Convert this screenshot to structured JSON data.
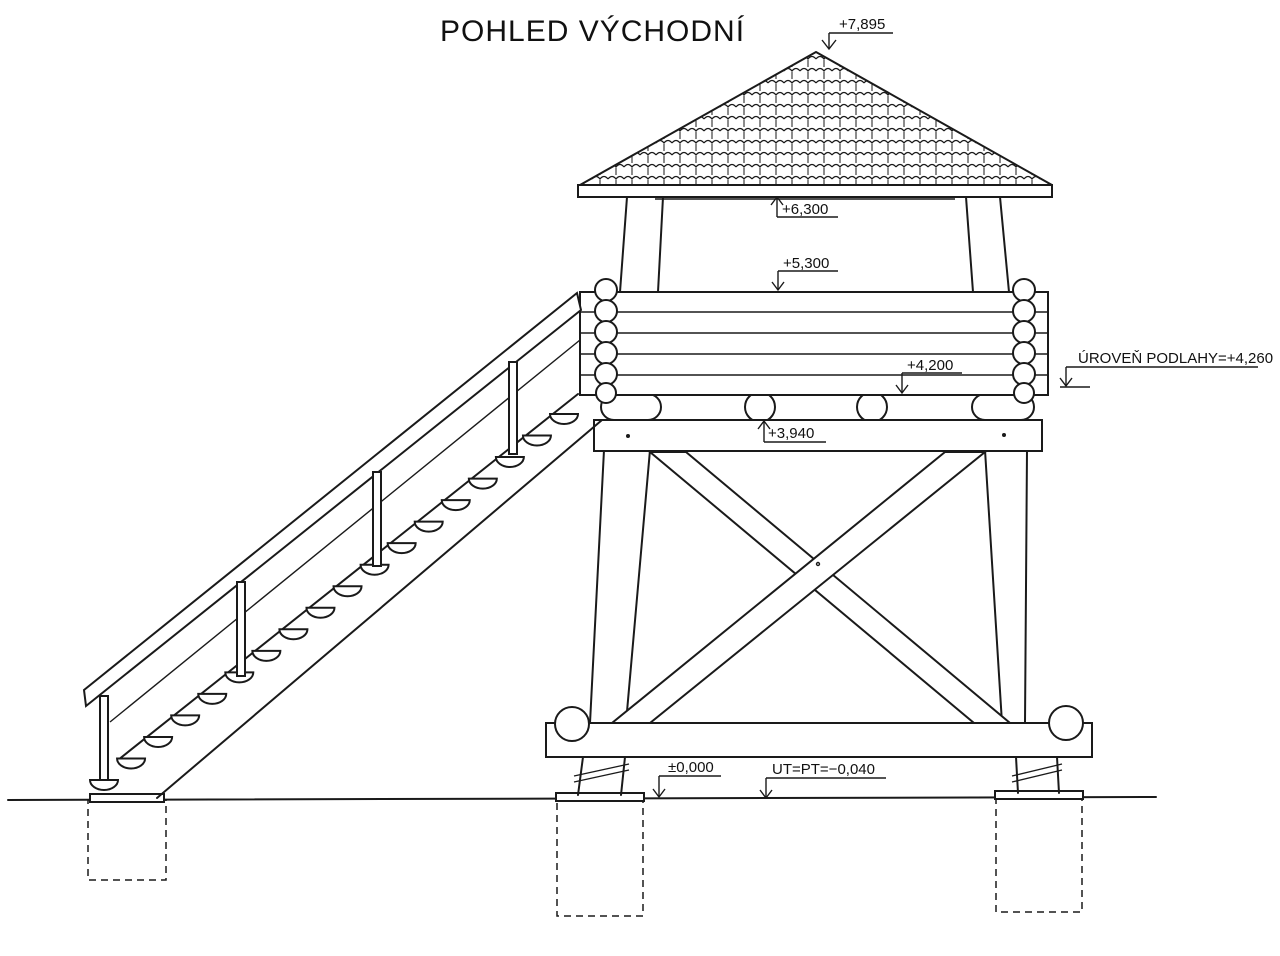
{
  "title": "POHLED VÝCHODNÍ",
  "elevations": {
    "roof_peak": "+7,895",
    "roof_base": "+6,300",
    "wall_top": "+5,300",
    "floor_level": "ÚROVEŇ PODLAHY=+4,260",
    "wall_bottom": "+4,200",
    "beam": "+3,940",
    "ground_zero": "±0,000",
    "terrain": "UT=PT=−0,040"
  },
  "colors": {
    "line": "#1a1a1a",
    "background": "#ffffff"
  }
}
